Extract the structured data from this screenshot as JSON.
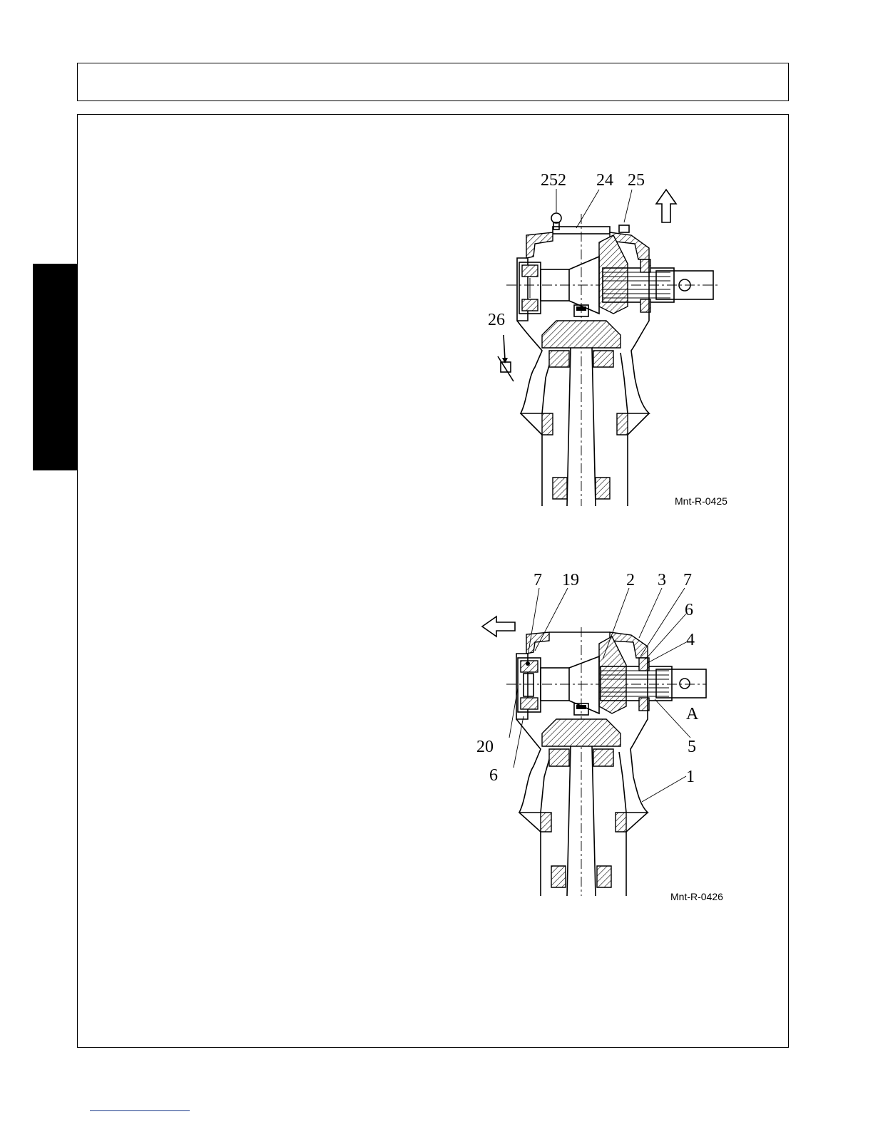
{
  "figures": [
    {
      "id": "Mnt-R-0425",
      "callouts": [
        "252",
        "24",
        "25",
        "26"
      ]
    },
    {
      "id": "Mnt-R-0426",
      "callouts": [
        "7",
        "19",
        "2",
        "3",
        "7",
        "6",
        "4",
        "A",
        "5",
        "20",
        "6",
        "1"
      ]
    }
  ],
  "icons": {
    "fig1_arrow": "arrow-up-outline-icon",
    "fig2_arrow": "arrow-left-outline-icon"
  }
}
